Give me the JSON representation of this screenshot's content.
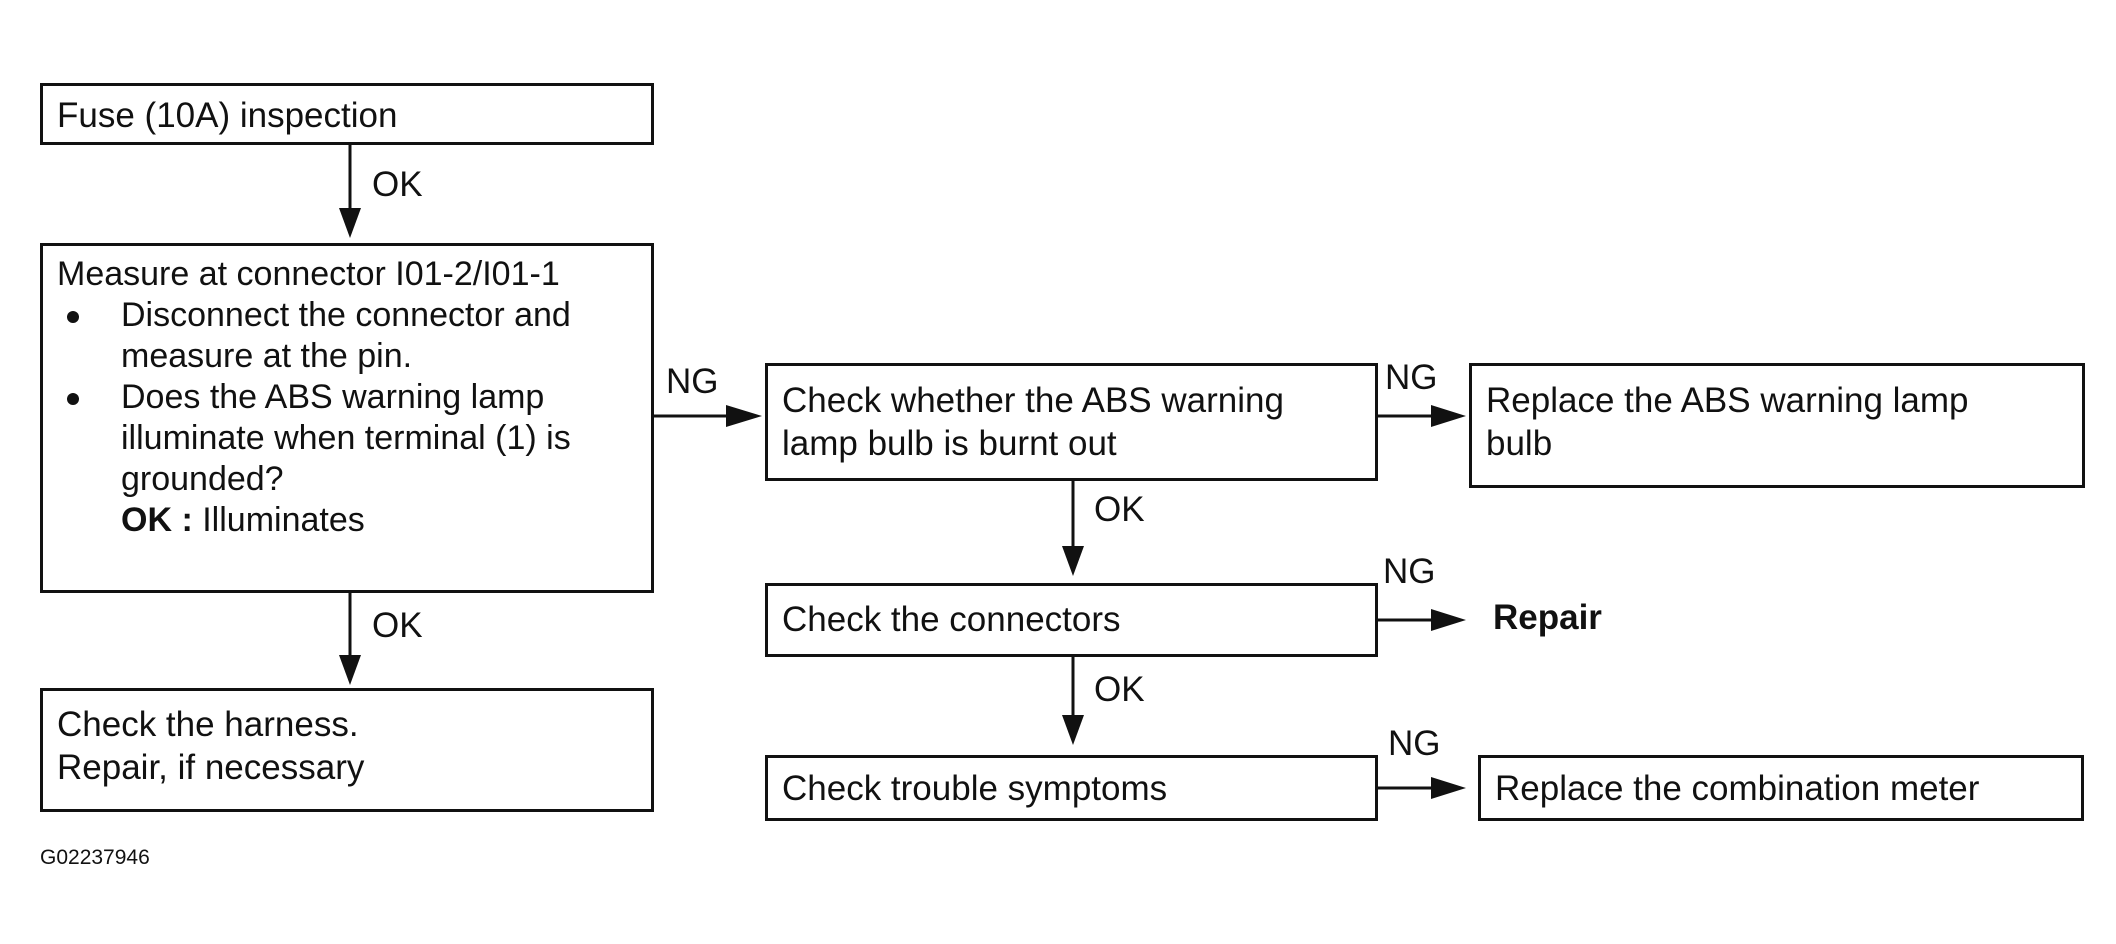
{
  "boxes": {
    "fuse": "Fuse (10A) inspection",
    "measure": {
      "title": "Measure at connector I01-2/I01-1",
      "bullet1_line1": "Disconnect the connector and",
      "bullet1_line2": "measure at the pin.",
      "bullet2_line1": "Does the ABS warning lamp",
      "bullet2_line2": "illuminate when terminal (1) is",
      "bullet2_line3": "grounded?",
      "ok_label": "OK :",
      "ok_value": "Illuminates"
    },
    "harness": {
      "line1": "Check the harness.",
      "line2": "Repair, if necessary"
    },
    "bulb_check": {
      "line1": "Check whether the ABS warning",
      "line2": "lamp bulb is burnt out"
    },
    "replace_bulb": {
      "line1": "Replace the ABS warning lamp",
      "line2": "bulb"
    },
    "connectors": "Check the connectors",
    "symptoms": "Check trouble symptoms",
    "replace_meter": "Replace the combination meter"
  },
  "outcomes": {
    "repair": "Repair"
  },
  "arrow_labels": {
    "fuse_to_measure": "OK",
    "measure_to_harness": "OK",
    "measure_to_bulb": "NG",
    "bulb_to_replace": "NG",
    "bulb_to_connectors": "OK",
    "connectors_to_repair": "NG",
    "connectors_to_symptoms": "OK",
    "symptoms_to_meter": "NG"
  },
  "figure_code": "G02237946",
  "colors": {
    "line": "#111111",
    "background": "#ffffff"
  }
}
